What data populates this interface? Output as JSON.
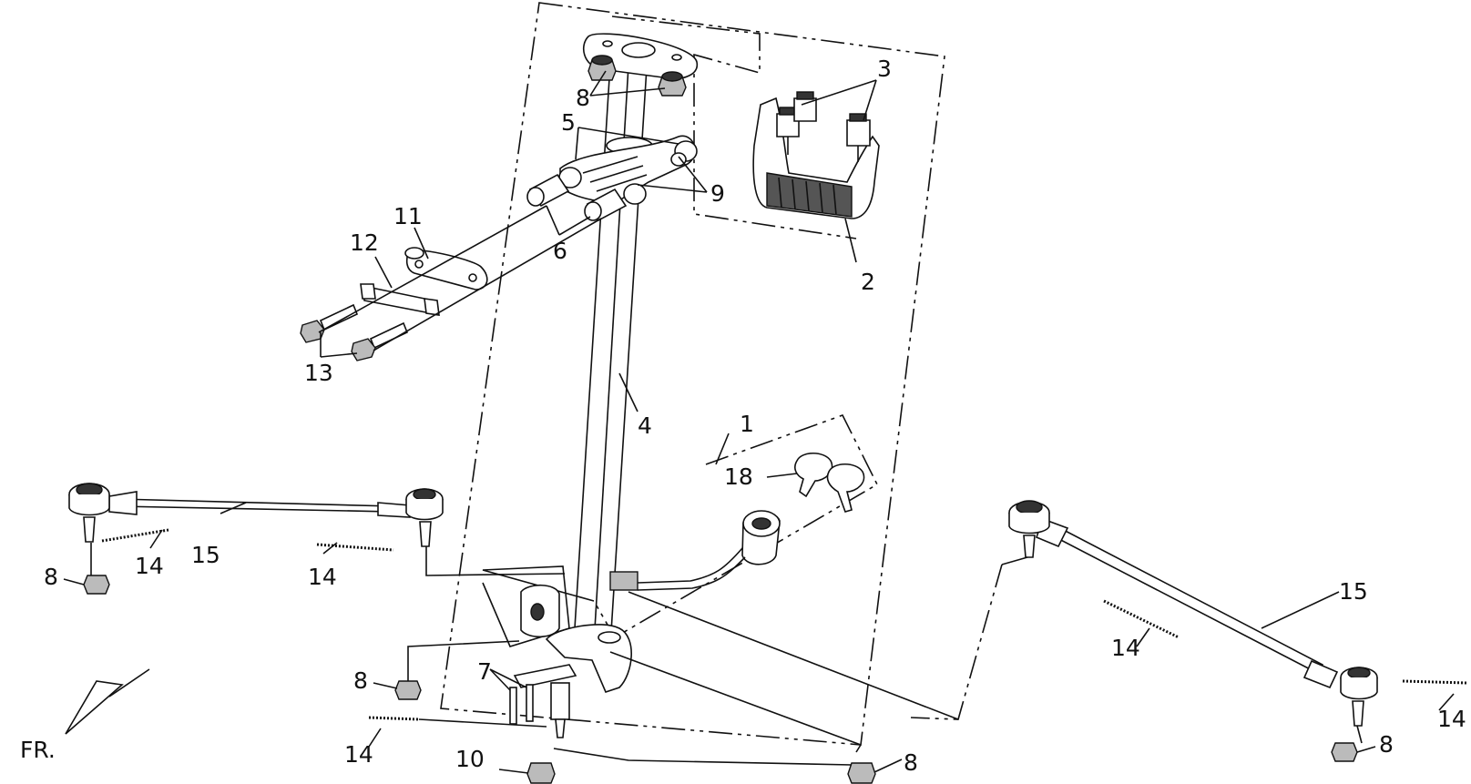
{
  "diagram": {
    "callouts": [
      {
        "id": "c1",
        "text": "1"
      },
      {
        "id": "c2",
        "text": "2"
      },
      {
        "id": "c3",
        "text": "3"
      },
      {
        "id": "c4",
        "text": "4"
      },
      {
        "id": "c5",
        "text": "5"
      },
      {
        "id": "c6",
        "text": "6"
      },
      {
        "id": "c7",
        "text": "7"
      },
      {
        "id": "c8a",
        "text": "8"
      },
      {
        "id": "c8b",
        "text": "8"
      },
      {
        "id": "c8c",
        "text": "8"
      },
      {
        "id": "c8d",
        "text": "8"
      },
      {
        "id": "c8e",
        "text": "8"
      },
      {
        "id": "c9",
        "text": "9"
      },
      {
        "id": "c10",
        "text": "10"
      },
      {
        "id": "c11",
        "text": "11"
      },
      {
        "id": "c12",
        "text": "12"
      },
      {
        "id": "c13",
        "text": "13"
      },
      {
        "id": "c14a",
        "text": "14"
      },
      {
        "id": "c14b",
        "text": "14"
      },
      {
        "id": "c14c",
        "text": "14"
      },
      {
        "id": "c14d",
        "text": "14"
      },
      {
        "id": "c14e",
        "text": "14"
      },
      {
        "id": "c15a",
        "text": "15"
      },
      {
        "id": "c15b",
        "text": "15"
      },
      {
        "id": "c18",
        "text": "18"
      }
    ],
    "front_marker": "FR."
  }
}
